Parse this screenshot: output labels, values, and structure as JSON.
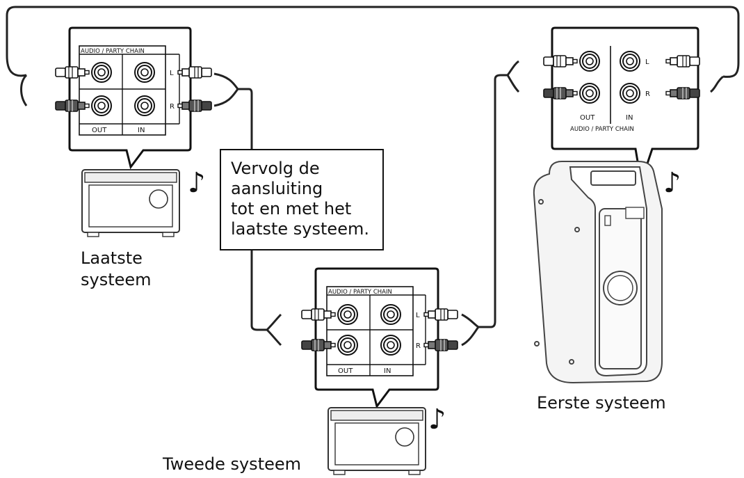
{
  "note": "Vervolg de\naansluiting\ntot en met het\nlaatste systeem.",
  "systems": {
    "last": "Laatste\nsysteem",
    "second": "Tweede systeem",
    "first": "Eerste systeem"
  },
  "panel": {
    "header": "AUDIO / PARTY CHAIN",
    "out": "OUT",
    "in": "IN",
    "left": "L",
    "right": "R"
  },
  "music_note": "♪"
}
